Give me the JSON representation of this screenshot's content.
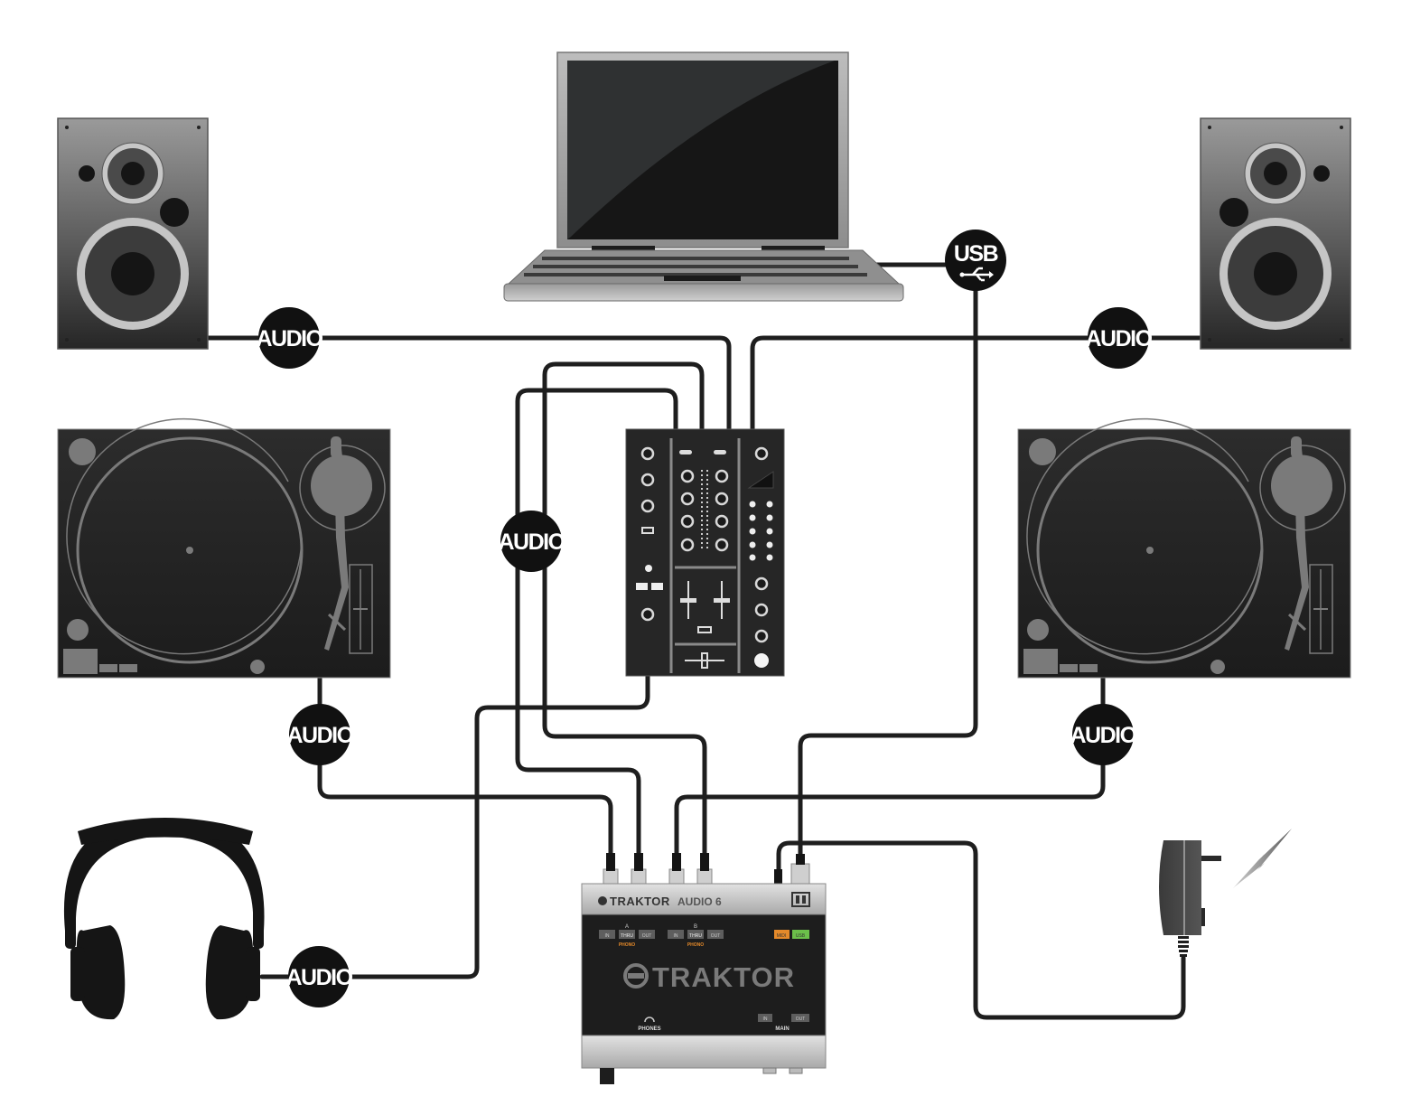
{
  "diagram": {
    "title": "",
    "description": "DJ setup connection diagram: laptop, mixer, two turntables, two speakers, headphones, power adapter and TRAKTOR AUDIO 6 interface",
    "colors": {
      "background": "#ffffff",
      "cable": "#1e1e1e",
      "badge": "#111111",
      "badge_text": "#ffffff",
      "device_dark": "#222222",
      "device_silver": "#c8c8c8",
      "midi_in": "#e58a2a",
      "usb": "#6bbf4a"
    },
    "badges": {
      "speaker_left": "AUDIO",
      "speaker_right": "AUDIO",
      "mixer_input": "AUDIO",
      "turntable_left": "AUDIO",
      "turntable_right": "AUDIO",
      "headphones": "AUDIO",
      "usb": "USB"
    },
    "devices": {
      "laptop": "laptop",
      "speaker_left": "speaker",
      "speaker_right": "speaker",
      "turntable_left": "turntable",
      "turntable_right": "turntable",
      "mixer": "dj-mixer",
      "headphones": "headphones",
      "power_adapter": "power-adapter",
      "interface": "audio-interface"
    },
    "interface": {
      "brand": "TRAKTOR",
      "model": "AUDIO 6",
      "logo": "TRAKTOR",
      "channel_a": {
        "label": "A",
        "buttons": [
          "IN",
          "THRU",
          "OUT"
        ],
        "sub": "PHONO"
      },
      "channel_b": {
        "label": "B",
        "buttons": [
          "IN",
          "THRU",
          "OUT"
        ],
        "sub": "PHONO"
      },
      "midi_in": "MIDI",
      "usb": "USB",
      "phones": "PHONES",
      "main_in": "IN",
      "main_out": "OUT",
      "main": "MAIN"
    },
    "connections": [
      {
        "from": "laptop",
        "to": "interface",
        "type": "USB"
      },
      {
        "from": "mixer",
        "to": "speaker_left",
        "type": "AUDIO"
      },
      {
        "from": "mixer",
        "to": "speaker_right",
        "type": "AUDIO"
      },
      {
        "from": "interface",
        "to": "mixer",
        "type": "AUDIO"
      },
      {
        "from": "turntable_left",
        "to": "interface",
        "type": "AUDIO"
      },
      {
        "from": "turntable_right",
        "to": "interface",
        "type": "AUDIO"
      },
      {
        "from": "headphones",
        "to": "mixer",
        "type": "AUDIO"
      },
      {
        "from": "power_adapter",
        "to": "interface",
        "type": "POWER"
      }
    ]
  }
}
